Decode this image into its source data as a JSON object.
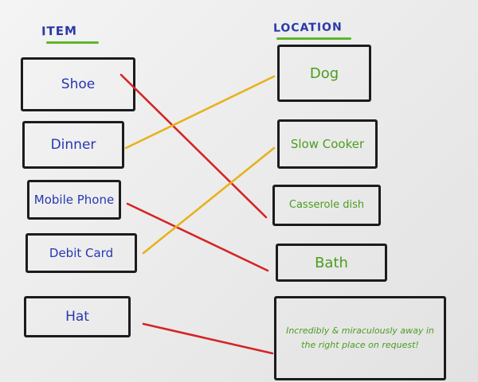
{
  "headings": {
    "item": "ITEM",
    "location": "LOCATION"
  },
  "items": [
    {
      "label": "Shoe"
    },
    {
      "label": "Dinner"
    },
    {
      "label": "Mobile Phone"
    },
    {
      "label": "Debit Card"
    },
    {
      "label": "Hat"
    }
  ],
  "locations": [
    {
      "label": "Dog"
    },
    {
      "label": "Slow Cooker"
    },
    {
      "label": "Casserole dish"
    },
    {
      "label": "Bath"
    },
    {
      "label": "Incredibly & miraculously away in the right place on request!"
    }
  ],
  "links": [
    {
      "item": 0,
      "location": 2,
      "color": "#d42525"
    },
    {
      "item": 1,
      "location": 0,
      "color": "#e7b21a"
    },
    {
      "item": 2,
      "location": 3,
      "color": "#d42525"
    },
    {
      "item": 3,
      "location": 1,
      "color": "#e7b21a"
    },
    {
      "item": 4,
      "location": 4,
      "color": "#d42525"
    }
  ]
}
